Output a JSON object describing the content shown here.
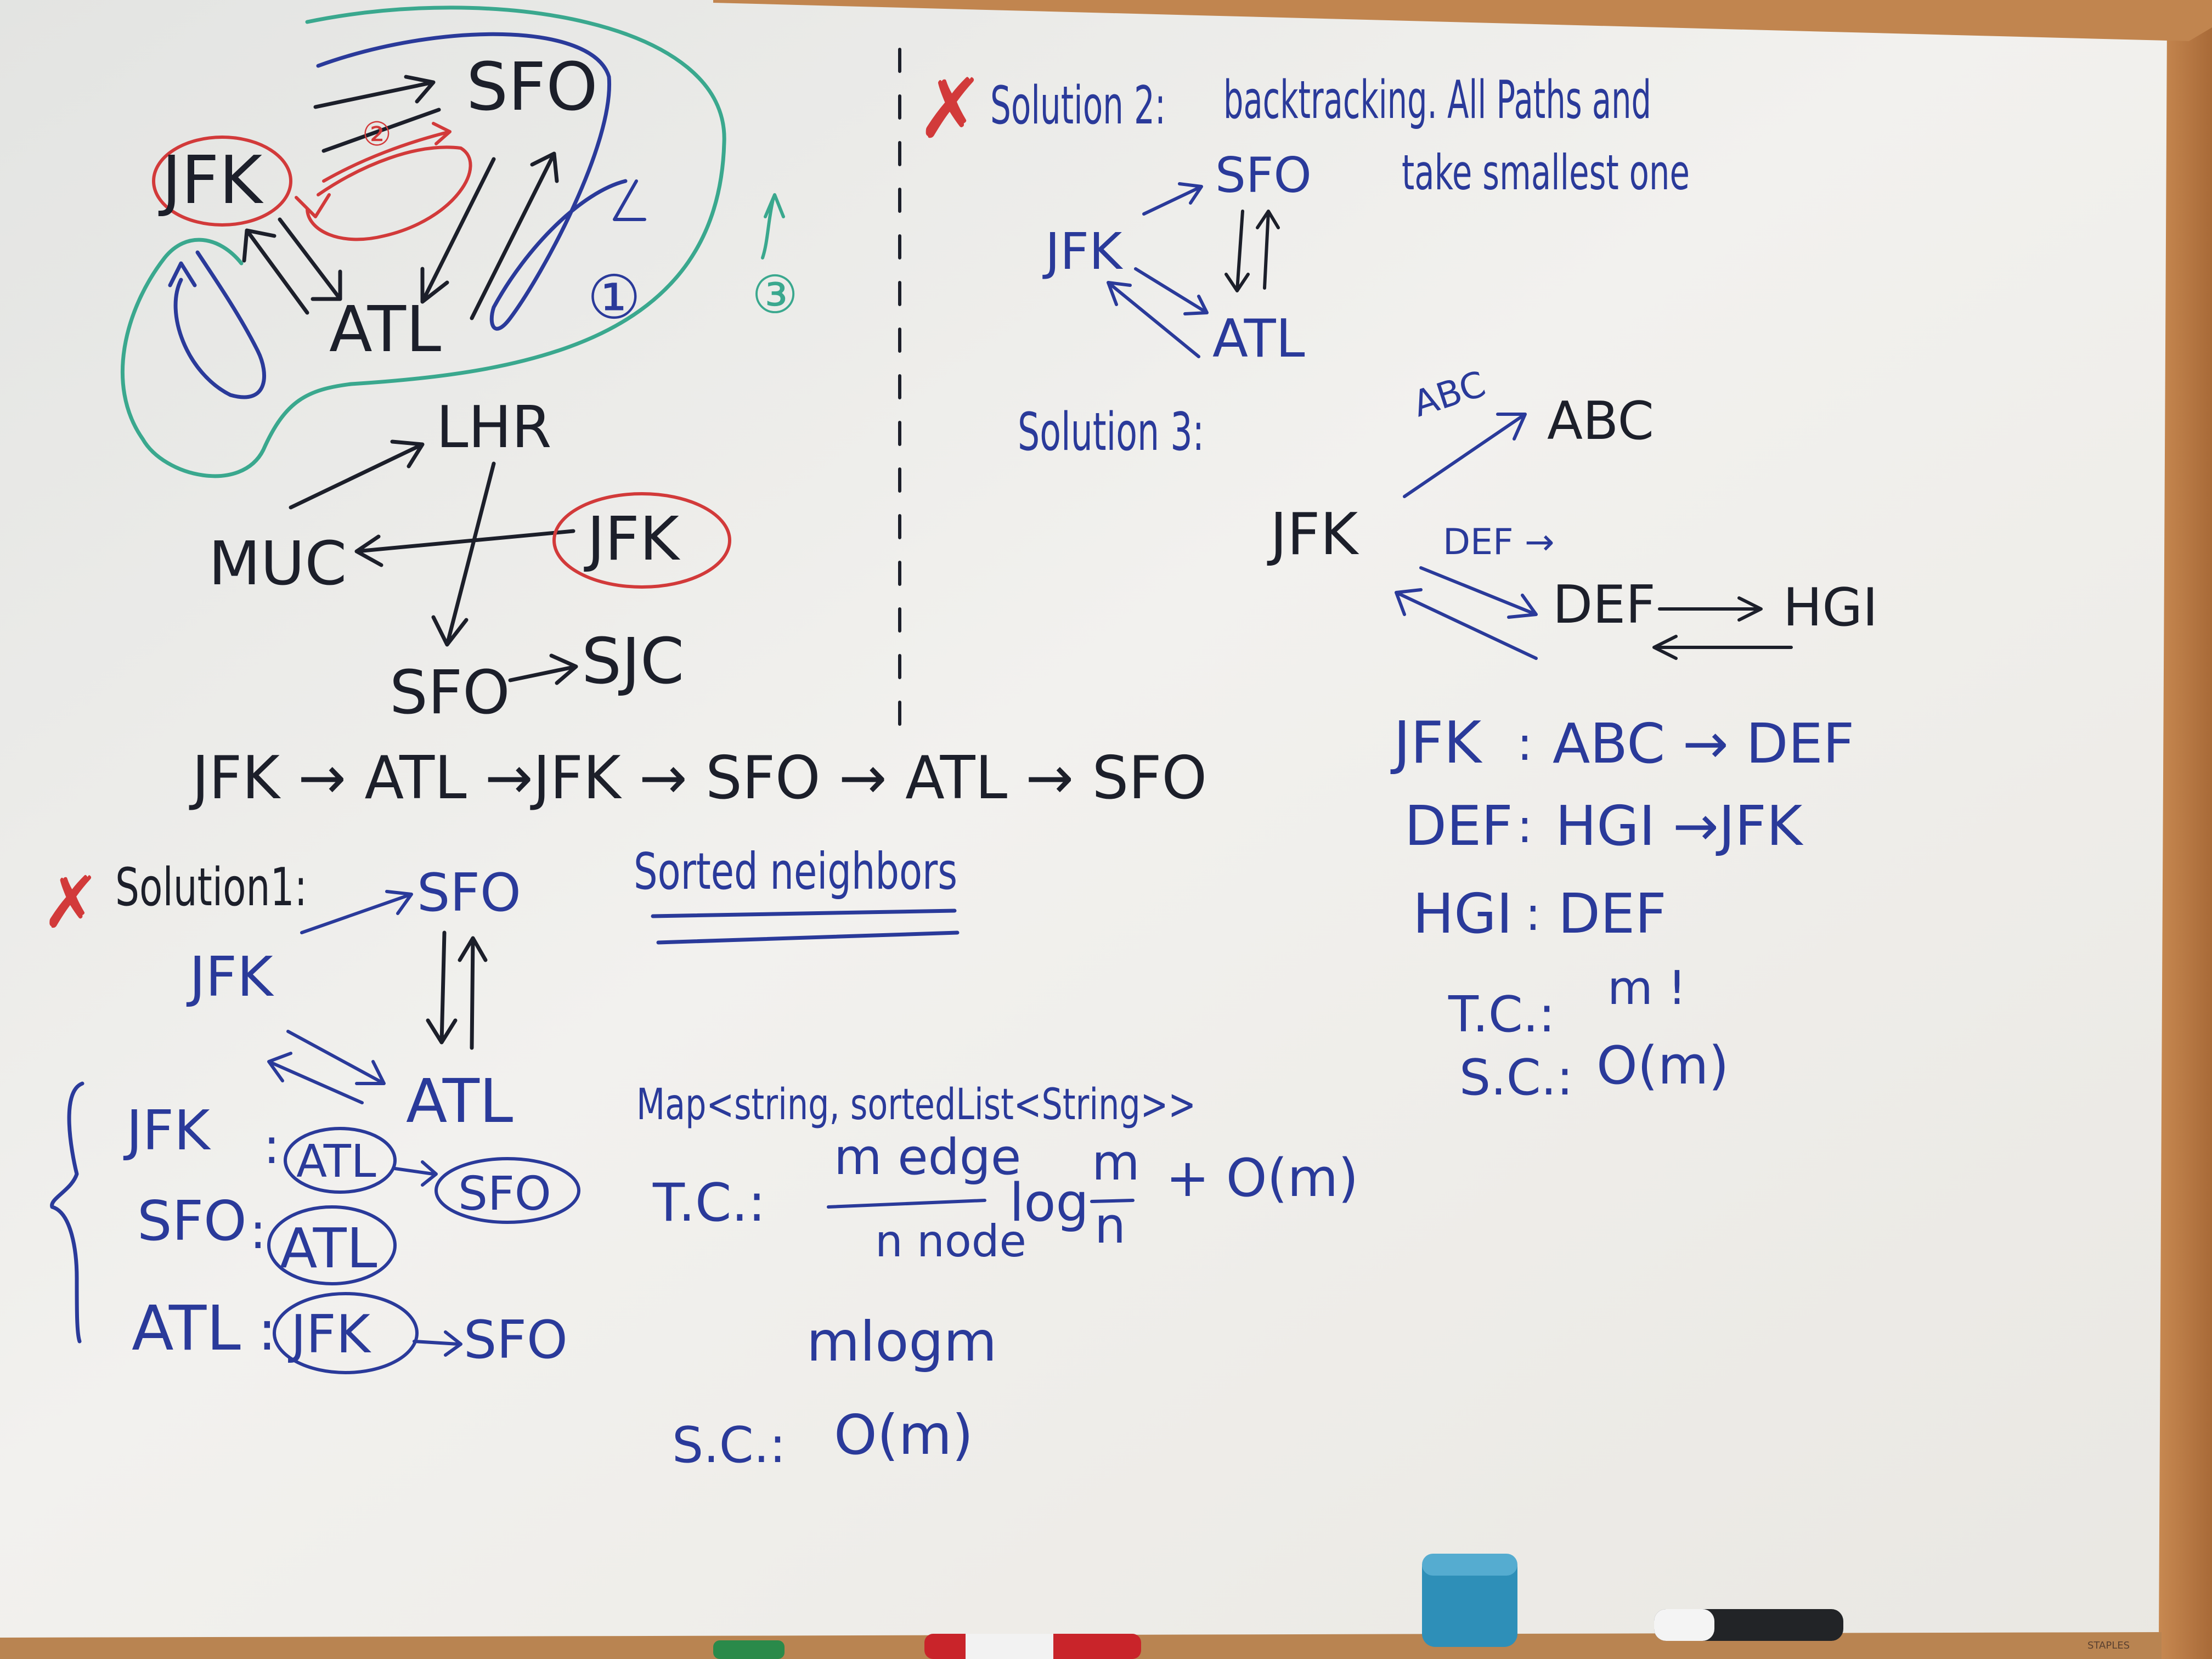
{
  "board": {
    "frame_color": "#b77a45",
    "surface_color": "#f1f0ec",
    "ink_black": "#1c1f2a",
    "ink_blue": "#2a3a9a",
    "ink_red": "#d23a3a",
    "ink_green": "#3aa88e",
    "eraser_color": "#2e8fb8",
    "brand": "STAPLES"
  },
  "graph1": {
    "nodes": {
      "jfk": "JFK",
      "sfo": "SFO",
      "atl": "ATL"
    },
    "loop_labels": {
      "one": "①",
      "two": "②",
      "three": "③"
    }
  },
  "graph2": {
    "nodes": {
      "lhr": "LHR",
      "muc": "MUC",
      "jfk": "JFK",
      "sfo": "SFO",
      "sjc": "SJC"
    }
  },
  "itinerary": "JFK → ATL →JFK → SFO → ATL → SFO",
  "solution1": {
    "mark": "✗",
    "title": "Solution1:",
    "note": "Sorted neighbors",
    "nodes": {
      "sfo": "SFO",
      "jfk": "JFK",
      "atl": "ATL"
    },
    "adjacency": [
      {
        "key": "JFK",
        "sep": ":",
        "items": [
          "ATL",
          "SFO"
        ]
      },
      {
        "key": "SFO",
        "sep": ":",
        "items": [
          "ATL"
        ]
      },
      {
        "key": "ATL",
        "sep": ":",
        "items": [
          "JFK",
          "SFO"
        ]
      }
    ],
    "map_type": "Map<string, sortedList<String>>",
    "tc_label": "T.C.:",
    "tc_numerator": "m edge",
    "tc_denominator": "n node",
    "tc_log": "log",
    "tc_frac_num": "m",
    "tc_frac_den": "n",
    "tc_plus": "+ O(m)",
    "tc_simplified": "mlogm",
    "sc_label": "S.C.:",
    "sc_value": "O(m)"
  },
  "solution2": {
    "mark": "✗",
    "title": "Solution 2:",
    "note_line1": "backtracking. All Paths and",
    "note_line2": "take smallest one",
    "nodes": {
      "jfk": "JFK",
      "sfo": "SFO",
      "atl": "ATL"
    }
  },
  "solution3": {
    "title": "Solution 3:",
    "nodes": {
      "jfk": "JFK",
      "abc": "ABC",
      "def": "DEF",
      "hgi": "HGI"
    },
    "edge_labels": {
      "abc": "ABC",
      "def": "DEF →"
    },
    "adjacency": [
      {
        "key": "JFK",
        "sep": ":",
        "value": "ABC → DEF"
      },
      {
        "key": "DEF",
        "sep": ":",
        "value": "HGI →JFK"
      },
      {
        "key": "HGI",
        "sep": ":",
        "value": "DEF"
      }
    ],
    "tc_label": "T.C.:",
    "tc_value": "m !",
    "sc_label": "S.C.:",
    "sc_value": "O(m)"
  }
}
